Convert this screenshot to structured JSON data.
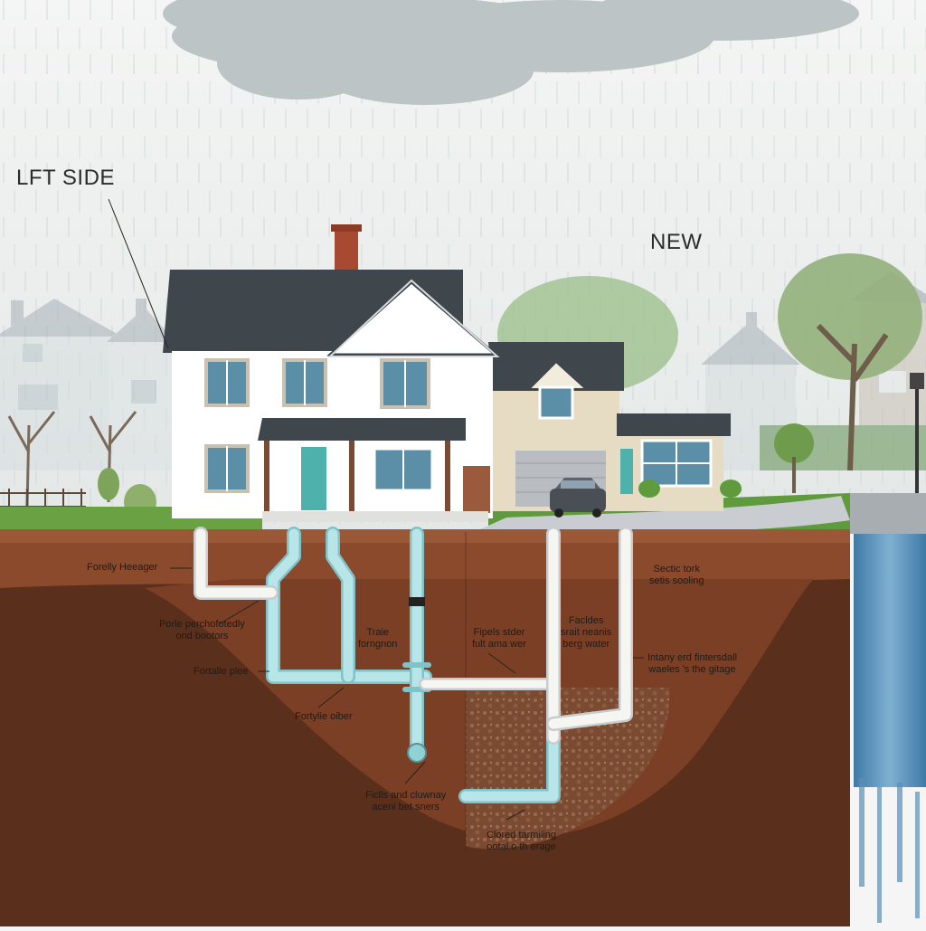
{
  "headings": {
    "left": "LFT SIDE",
    "right": "NEW"
  },
  "labels": [
    {
      "id": "forelly-heeager",
      "text": "Forelly Heeager"
    },
    {
      "id": "porle-perchofotedly",
      "text": "Porle perchofotedly\nond bootors"
    },
    {
      "id": "traie-forngnon",
      "text": "Traie\nforngnon"
    },
    {
      "id": "fortalle-plee",
      "text": "Fortalle plee"
    },
    {
      "id": "fortylie-oiber",
      "text": "Fortylie oiber"
    },
    {
      "id": "pipels-stder",
      "text": "Fipels stder\nfult ama wer"
    },
    {
      "id": "facldes",
      "text": "Facldes\nsrait neanis\nberg water"
    },
    {
      "id": "sectic-tork",
      "text": "Sectic tork\nsetis sooling"
    },
    {
      "id": "intany-erd",
      "text": "Intany erd fintersdall\nwaeles 's the gitage"
    },
    {
      "id": "ficlls-and-cluwnay",
      "text": "Ficlls and cluwnay\naceni bet sners"
    },
    {
      "id": "clored-tarmiling",
      "text": "Clored tarmiling\nootal o th erage"
    }
  ],
  "colors": {
    "sky": "#eef0ef",
    "cloud": "#b9c2c3",
    "topsoil": "#8b4a2c",
    "deep_soil": "#5a2f1c",
    "gravel": "#7a4a32",
    "pipe_blue": "#a9dde0",
    "pipe_white": "#f5f5f2",
    "house_wall": "#ffffff",
    "roof": "#3f464c",
    "chimney": "#a84a32",
    "door": "#4fb1ab",
    "neighbor_wall": "#e6dcc3",
    "lawn": "#5f9a3c",
    "tree": "#8fae6f",
    "waterfall": "#5c8fb4"
  }
}
